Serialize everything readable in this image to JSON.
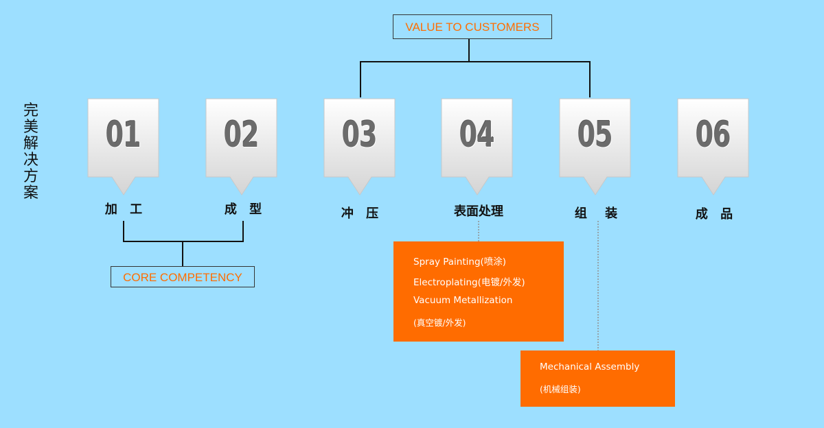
{
  "side_title": "完美解决方案",
  "value_box": "VALUE TO CUSTOMERS",
  "core_box": "CORE COMPETENCY",
  "steps": [
    {
      "num": "01",
      "label": "加 工"
    },
    {
      "num": "02",
      "label": "成 型"
    },
    {
      "num": "03",
      "label": "冲 压"
    },
    {
      "num": "04",
      "label": "表面处理"
    },
    {
      "num": "05",
      "label": "组 装"
    },
    {
      "num": "06",
      "label": "成 品"
    }
  ],
  "surface_note": {
    "lines": [
      "Spray Painting(喷涂)",
      "Electroplating(电镀/外发)",
      "Vacuum Metallization",
      "(真空镀/外发)"
    ]
  },
  "assembly_note": {
    "lines": [
      "Mechanical Assembly",
      "(机械组装)"
    ]
  },
  "colors": {
    "background": "#9ddfff",
    "accent": "#ff6c00",
    "title_text": "#ff6d00"
  }
}
